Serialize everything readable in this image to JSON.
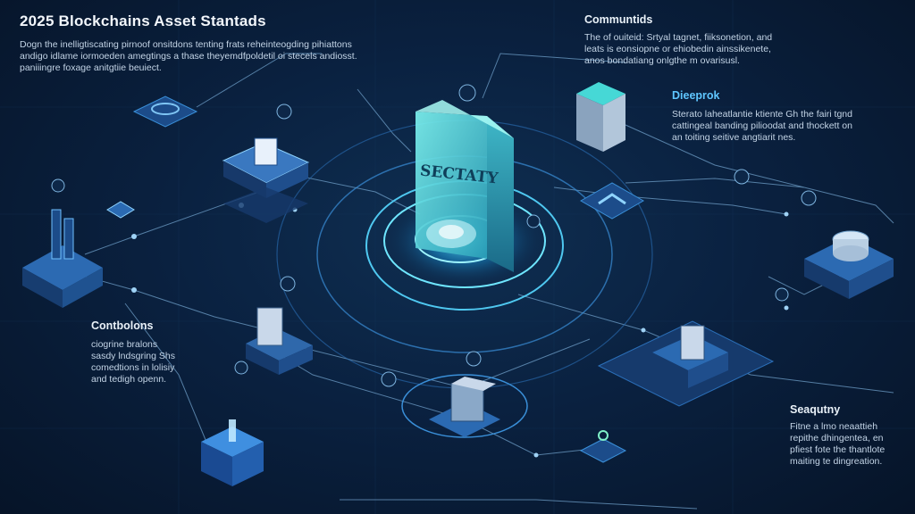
{
  "title": "2025 Blockchains Asset Stantads",
  "intro_lines": [
    "Dogn the inelligtiscating pirnoof onsitdons tenting frats reheinteogding pihiattons",
    "andigo idlame iormoeden amegtings a thase theyemdfpoldetil oi stecels andiosst.",
    "paniiingre foxage anitgtiie beuiect."
  ],
  "central_block_label": "SECTATY",
  "sections": {
    "communities": {
      "heading": "Communtids",
      "lines": [
        "The of ouiteid: Srtyal tagnet, fiiksonetion, and",
        "leats is eonsiopne or ehiobedin ainssikenete,",
        "anos bondatiang onlgthe m ovarisusl."
      ]
    },
    "deeprok": {
      "heading": "Dieeprok",
      "lines": [
        "Sterato laheatlantie ktiente Gh the fairi tgnd",
        "cattingeal banding pilioodat and thockett on",
        "an toiting seitive angtiarit nes."
      ]
    },
    "contributions": {
      "heading": "Contbolons",
      "lines": [
        "ciogrine bralons",
        "sasdy lndsgring Shs",
        "comedtions in lolisiy",
        "and tedigh openn."
      ]
    },
    "security": {
      "heading": "Seaqutny",
      "lines": [
        "Fitne a lmo neaattieh",
        "repithe dhingentea, en",
        "pfiest fote the thantlote",
        "maiting te dingreation."
      ]
    }
  },
  "colors": {
    "background": "#0a2140",
    "accent_cyan": "#4fe0e8",
    "accent_blue": "#3a8fd8",
    "heading_blue": "#5fc6ff",
    "node_face": "#1d4d86"
  },
  "icons": [
    "security-monolith-icon",
    "server-stack-icon",
    "document-cube-icon",
    "building-cube-icon",
    "cylinder-node-icon",
    "database-tower-icon",
    "glowing-cube-icon",
    "network-node-icon"
  ]
}
